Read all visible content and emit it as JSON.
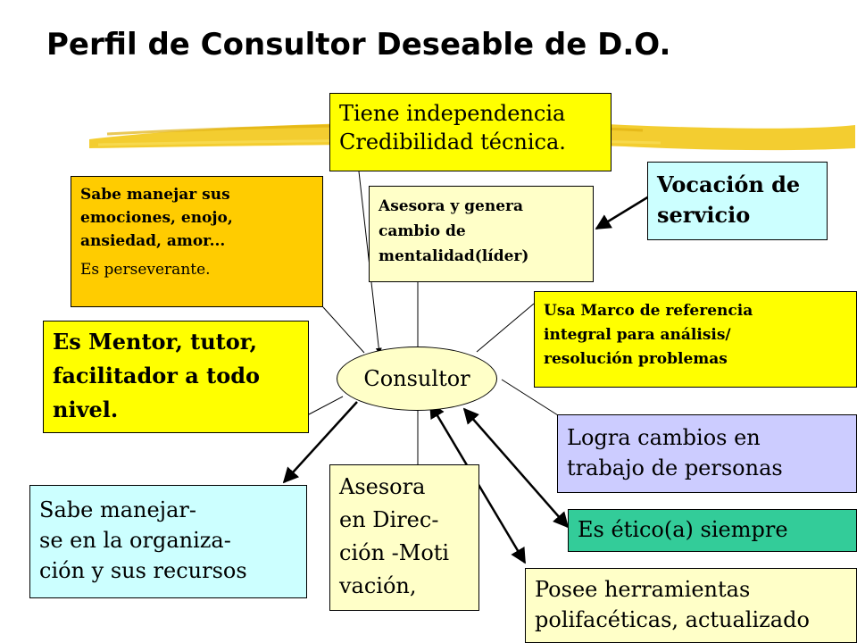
{
  "title": "Perfil de Consultor Deseable de D.O.",
  "center": "Consultor",
  "nodes": {
    "independencia": [
      "Tiene independencia",
      "Credibilidad técnica."
    ],
    "emociones": [
      "Sabe manejar sus",
      "emociones, enojo,",
      "ansiedad, amor...",
      "Es perseverante."
    ],
    "asesora_cambio": [
      "Asesora y genera",
      "cambio de",
      "mentalidad(líder)"
    ],
    "vocacion": [
      "Vocación de",
      "servicio"
    ],
    "marco": [
      "Usa Marco de referencia",
      "integral para análisis/",
      "resolución problemas"
    ],
    "mentor": [
      "Es Mentor, tutor,",
      "facilitador a todo",
      "nivel."
    ],
    "logra": [
      "Logra cambios en",
      "trabajo de personas"
    ],
    "etico": [
      "Es ético(a) siempre"
    ],
    "organizacion": [
      "Sabe manejar-",
      "se en la organiza-",
      "ción y sus recursos"
    ],
    "direccion": [
      "Asesora",
      "en Direc-",
      "ción -Moti",
      "vación,"
    ],
    "herramientas": [
      "Posee herramientas",
      "polifacéticas, actualizado"
    ]
  },
  "colors": {
    "yellow": "#ffff00",
    "orange": "#ffcc00",
    "light_yellow": "#ffffc8",
    "cyan": "#ccffff",
    "lavender": "#ccccff",
    "green": "#33cc99",
    "brush": "#f2c81a"
  }
}
